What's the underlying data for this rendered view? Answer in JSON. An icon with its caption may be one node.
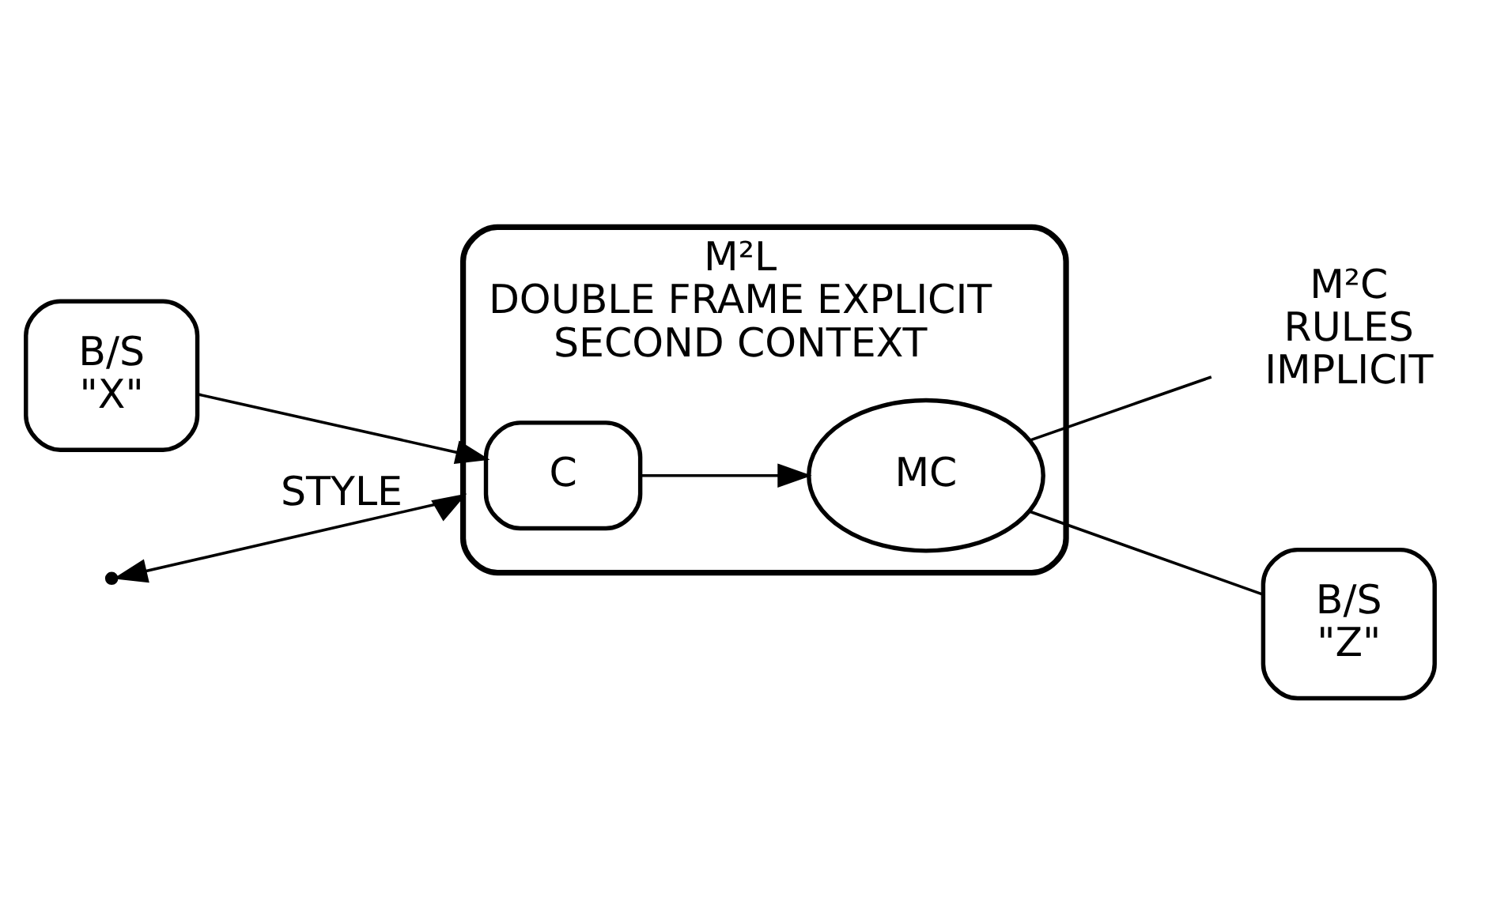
{
  "diagram": {
    "nodes": [
      {
        "text": [
          "M²L",
          "DOUBLE FRAME EXPLICIT",
          "SECOND CONTEXT"
        ]
      },
      {
        "text": [
          "C"
        ],
        "in": 0
      },
      {
        "text": [
          "MC"
        ],
        "in": 0
      },
      {
        "text": [
          "M²C",
          "RULES",
          "IMPLICIT"
        ]
      },
      {
        "text": [
          "B/S",
          "\"X\""
        ]
      },
      {
        "text": [
          "B/S",
          "\"Z\""
        ]
      }
    ],
    "edges": [
      {
        "from": null,
        "to": 0,
        "arrow": "both",
        "label": "STYLE"
      },
      {
        "from": 1,
        "to": 2,
        "arrow": "to"
      },
      {
        "from": 2,
        "to": 3,
        "arrow": "none"
      },
      {
        "from": 4,
        "to": 1,
        "arrow": "to"
      },
      {
        "from": 5,
        "to": 2,
        "arrow": "none"
      }
    ]
  }
}
